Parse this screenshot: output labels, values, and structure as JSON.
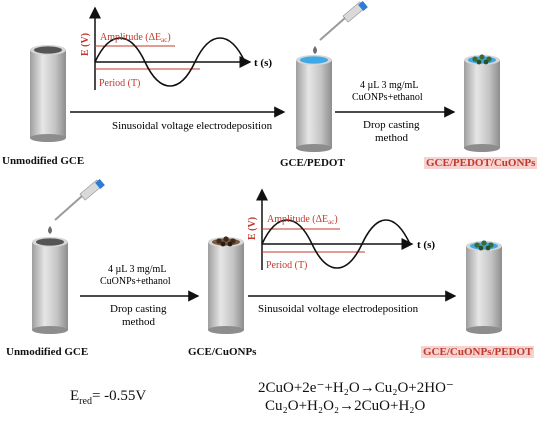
{
  "colors": {
    "electrode_body": "#bdbdbd",
    "electrode_top": "#555555",
    "pedot_layer": "#3fa9e6",
    "nanoparticle": "#3b6b34",
    "cuonp_dark": "#3b2a1e",
    "label_red": "#c0392b",
    "highlight_pink": "#f6d2d0"
  },
  "top_row": {
    "wave": {
      "y_label": "E (V)",
      "x_label": "t (s)",
      "amplitude_label": "Amplitude (ΔE",
      "amplitude_sub": "ac",
      "amplitude_close": ")",
      "period_label": "Period (T)"
    },
    "step1_label": "Sinusoidal voltage electrodeposition",
    "step2_line1": "4 µL 3 mg/mL",
    "step2_line2": "CuONPs+ethanol",
    "step2_line3": "Drop casting",
    "step2_line4": "method",
    "electrode1_label": "Unmodified GCE",
    "electrode2_label": "GCE/PEDOT",
    "electrode3_label": "GCE/PEDOT/CuONPs"
  },
  "bottom_row": {
    "wave": {
      "y_label": "E (V)",
      "x_label": "t (s)",
      "amplitude_label": "Amplitude (ΔE",
      "amplitude_sub": "ac",
      "amplitude_close": ")",
      "period_label": "Period (T)"
    },
    "step1_line1": "4 µL 3 mg/mL",
    "step1_line2": "CuONPs+ethanol",
    "step1_line3": "Drop casting",
    "step1_line4": "method",
    "step2_label": "Sinusoidal voltage electrodeposition",
    "electrode1_label": "Unmodified GCE",
    "electrode2_label": "GCE/CuONPs",
    "electrode3_label": "GCE/CuONPs/PEDOT"
  },
  "equations": {
    "ered_main": "E",
    "ered_sub": "red",
    "ered_value": "= -0.55V",
    "eq1": "2CuO+2e⁻+H₂O→Cu₂O+2HO⁻",
    "eq2": "Cu₂O+H₂O₂→2CuO+H₂O"
  }
}
